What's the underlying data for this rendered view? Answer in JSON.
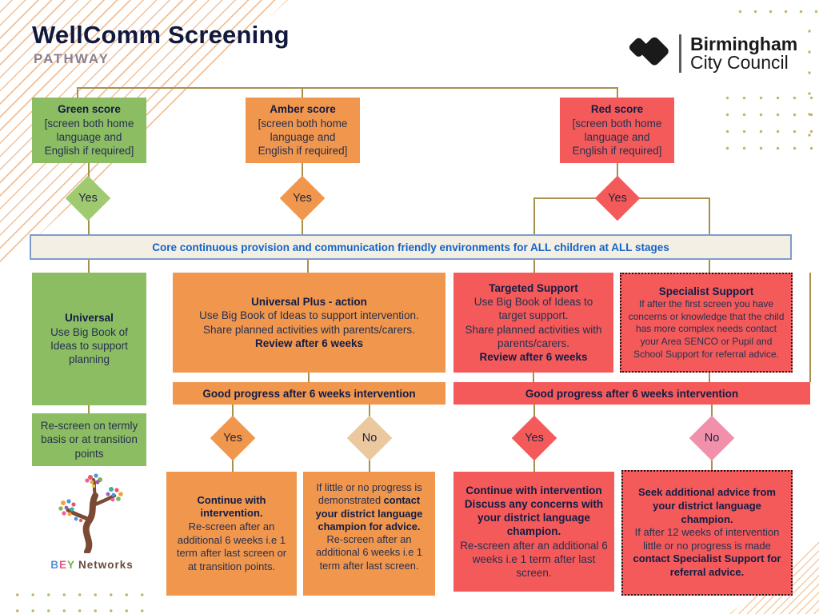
{
  "header": {
    "title": "WellComm Screening",
    "subtitle": "PATHWAY"
  },
  "brand": {
    "line1": "Birmingham",
    "line2": "City Council",
    "icon": "heart-logo"
  },
  "flow": {
    "yes": "Yes",
    "no": "No",
    "banner": "Core continuous provision and communication friendly environments for ALL children at ALL stages",
    "score_boxes": {
      "green": {
        "title": "Green score",
        "body": "[screen both home language and English if required]"
      },
      "amber": {
        "title": "Amber score",
        "body": "[screen both home language and English if required]"
      },
      "red": {
        "title": "Red score",
        "body": "[screen both home language and English if required]"
      }
    },
    "universal": {
      "title": "Universal",
      "body": "Use Big Book of Ideas to support planning"
    },
    "universal_plus": {
      "title": "Universal Plus - action",
      "line1": "Use Big Book of Ideas to support intervention.",
      "line2": "Share planned activities with parents/carers.",
      "line3": "Review after 6 weeks"
    },
    "targeted": {
      "title": "Targeted Support",
      "line1": "Use Big Book of Ideas to target support.",
      "line2": "Share planned activities with parents/carers.",
      "line3": "Review after 6 weeks"
    },
    "specialist": {
      "title": "Specialist Support",
      "body": "If after the first screen you have concerns or knowledge that the child has more complex needs contact your Area SENCO or Pupil and School Support for referral advice."
    },
    "progress_amber": "Good progress after 6 weeks intervention",
    "progress_red": "Good progress after 6 weeks intervention",
    "rescreen_green": "Re-screen on termly basis or at transition points",
    "outcomes": {
      "amber_yes": {
        "bold": "Continue with intervention.",
        "rest": "Re-screen after an additional 6 weeks i.e 1 term after last screen or at transition points."
      },
      "amber_no": {
        "pre": "If little or no progress is demonstrated ",
        "bold": "contact your district language champion for advice.",
        "rest": " Re-screen after an additional 6 weeks i.e 1 term after last screen."
      },
      "red_yes": {
        "bold": "Continue with intervention Discuss any concerns with your district language champion.",
        "rest": "Re-screen after an additional 6 weeks i.e 1 term after last screen."
      },
      "red_no": {
        "bold1": "Seek additional advice from your district language champion.",
        "mid": "If after 12 weeks of intervention little or no progress is made ",
        "bold2": "contact Specialist Support for referral advice."
      }
    }
  },
  "footer_logo": {
    "b": "B",
    "e": "E",
    "y": "Y",
    "name": "Networks",
    "icon": "tree-logo"
  },
  "colors": {
    "green": "#8cbd62",
    "green_diamond": "#a0ca70",
    "amber": "#f0964d",
    "amber_no_diamond": "#ebc89e",
    "red": "#f45a5a",
    "red_no_diamond": "#f090aa",
    "connector": "#ab904d",
    "banner_bg": "#f3efe5",
    "banner_border": "#7e9dc8",
    "banner_text": "#1563c5",
    "ink": "#131c44"
  }
}
